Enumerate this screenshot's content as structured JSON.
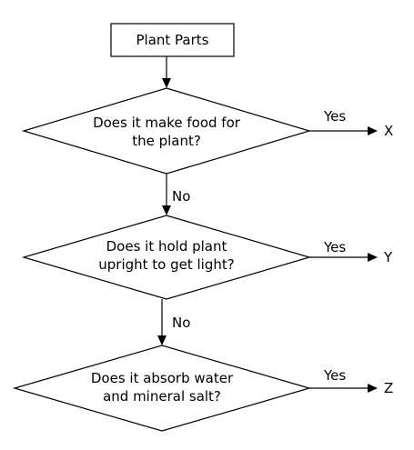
{
  "title": "Plant Parts",
  "questions": [
    {
      "line1": "Does it make food for",
      "line2": "the plant?"
    },
    {
      "line1": "Does it hold plant",
      "line2": "upright to get light?"
    },
    {
      "line1": "Does it absorb water",
      "line2": "and mineral salt?"
    }
  ],
  "yes_label": "Yes",
  "no_label": "No",
  "outcomes": [
    "X",
    "Y",
    "Z"
  ]
}
